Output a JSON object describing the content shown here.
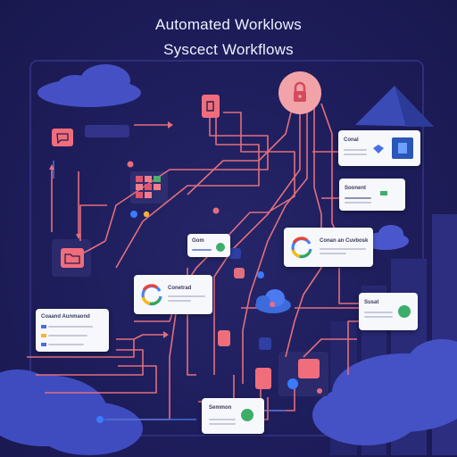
{
  "header": {
    "title": "Automated Worklows",
    "subtitle": "Syscect Workflows"
  },
  "cards": {
    "top_right": {
      "label": "Conal"
    },
    "mid_right": {
      "label": "Soonent"
    },
    "center_small": {
      "label": "Gom"
    },
    "google_right": {
      "label": "Conan an Cuvbosk"
    },
    "google_left": {
      "label": "Conetrad"
    },
    "left": {
      "label": "Coaand Aunmaond"
    },
    "right_small": {
      "label": "Susat"
    },
    "bottom": {
      "label": "Semmon"
    }
  },
  "colors": {
    "background": "#1e1d5b",
    "wire": "#e8707a",
    "wire_blue": "#3f6fd8",
    "card": "#f7f8fc",
    "cloud": "#4752c8",
    "accent_pink": "#f17f8a"
  },
  "icons": {
    "lock": "lock-icon",
    "google": "google-icon",
    "cloud": "cloud-icon",
    "document": "document-icon",
    "folder": "folder-icon"
  }
}
